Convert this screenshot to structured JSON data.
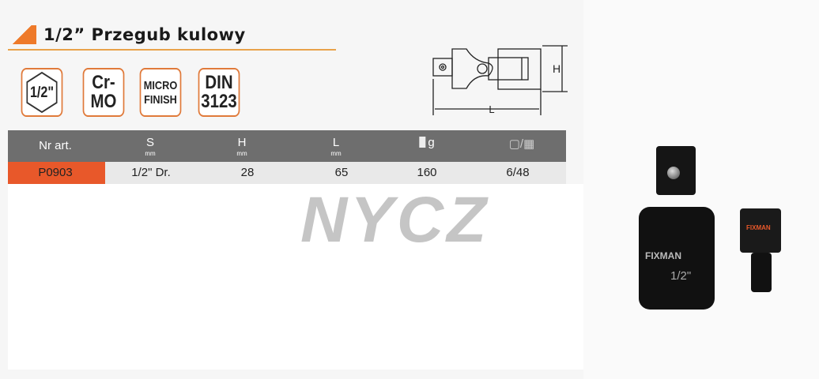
{
  "title": "1/2” Przegub kulowy",
  "badges": [
    {
      "l1": "1/2\"",
      "l2": ""
    },
    {
      "l1": "Cr-",
      "l2": "MO"
    },
    {
      "l1": "MICRO",
      "l2": "FINISH"
    },
    {
      "l1": "DIN",
      "l2": "3123"
    }
  ],
  "diagram": {
    "h_label": "H",
    "l_label": "L"
  },
  "table": {
    "headers": [
      {
        "label": "Nr art.",
        "unit": ""
      },
      {
        "label": "S",
        "unit": "mm"
      },
      {
        "label": "H",
        "unit": "mm"
      },
      {
        "label": "L",
        "unit": "mm"
      },
      {
        "label": "g",
        "unit": ""
      },
      {
        "label": "/",
        "unit": ""
      }
    ],
    "rows": [
      [
        "P0903",
        "1/2\" Dr.",
        "28",
        "65",
        "160",
        "6/48"
      ]
    ]
  },
  "watermark": "NYCZ",
  "product_brand": "FIXMAN",
  "product_size": "1/2\"",
  "colors": {
    "accent": "#e8582a",
    "header": "#6e6e6e"
  }
}
